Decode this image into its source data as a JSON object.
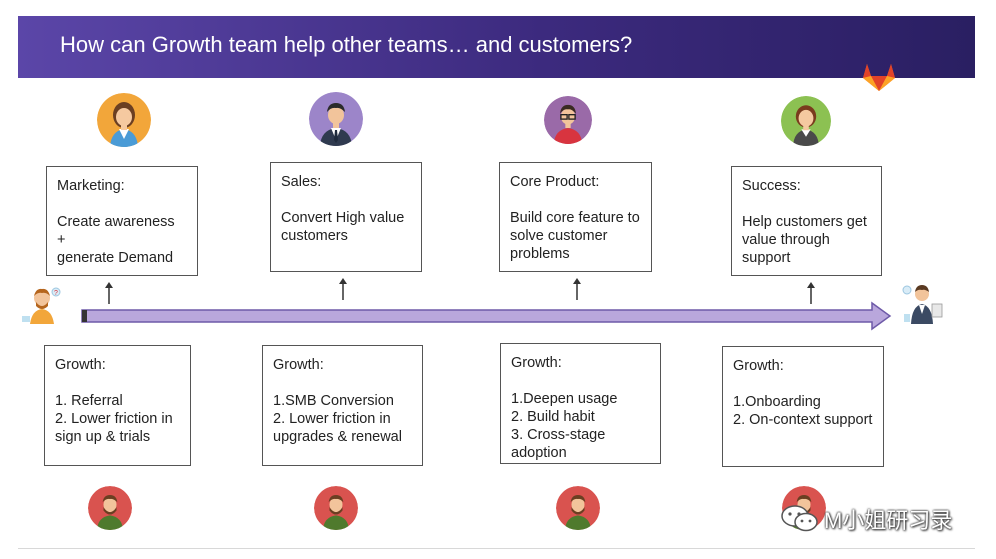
{
  "title": "How can Growth team help other teams… and customers?",
  "icons": {
    "logo": "gitlab-fox-icon",
    "left_person": "thinking-person-icon",
    "right_person": "businessman-icon",
    "watermark_icon": "wechat-icon"
  },
  "colors": {
    "banner": "#4a3592",
    "timeline": "#b9a7dc",
    "fox": "#e24329"
  },
  "teams": [
    {
      "heading": "Marketing:",
      "lines": [
        "Create awareness +",
        "generate Demand"
      ],
      "avatar": "woman-avatar-icon"
    },
    {
      "heading": "Sales:",
      "lines": [
        "Convert High value",
        "customers"
      ],
      "avatar": "man-suit-avatar-icon"
    },
    {
      "heading": "Core Product:",
      "lines": [
        "Build core feature to",
        "solve customer",
        "problems"
      ],
      "avatar": "developer-avatar-icon"
    },
    {
      "heading": "Success:",
      "lines": [
        "Help customers get",
        "value through",
        "support"
      ],
      "avatar": "woman-avatar-icon"
    }
  ],
  "growth": [
    {
      "heading": "Growth:",
      "lines": [
        "1. Referral",
        "2. Lower friction in",
        "sign up & trials"
      ]
    },
    {
      "heading": "Growth:",
      "lines": [
        "1.SMB Conversion",
        "2. Lower friction in",
        "upgrades & renewal"
      ]
    },
    {
      "heading": "Growth:",
      "lines": [
        "1.Deepen usage",
        "2. Build habit",
        "3. Cross-stage",
        "adoption"
      ]
    },
    {
      "heading": "Growth:",
      "lines": [
        "1.Onboarding",
        "2. On-context support"
      ]
    }
  ],
  "watermark": "M小姐研习录"
}
